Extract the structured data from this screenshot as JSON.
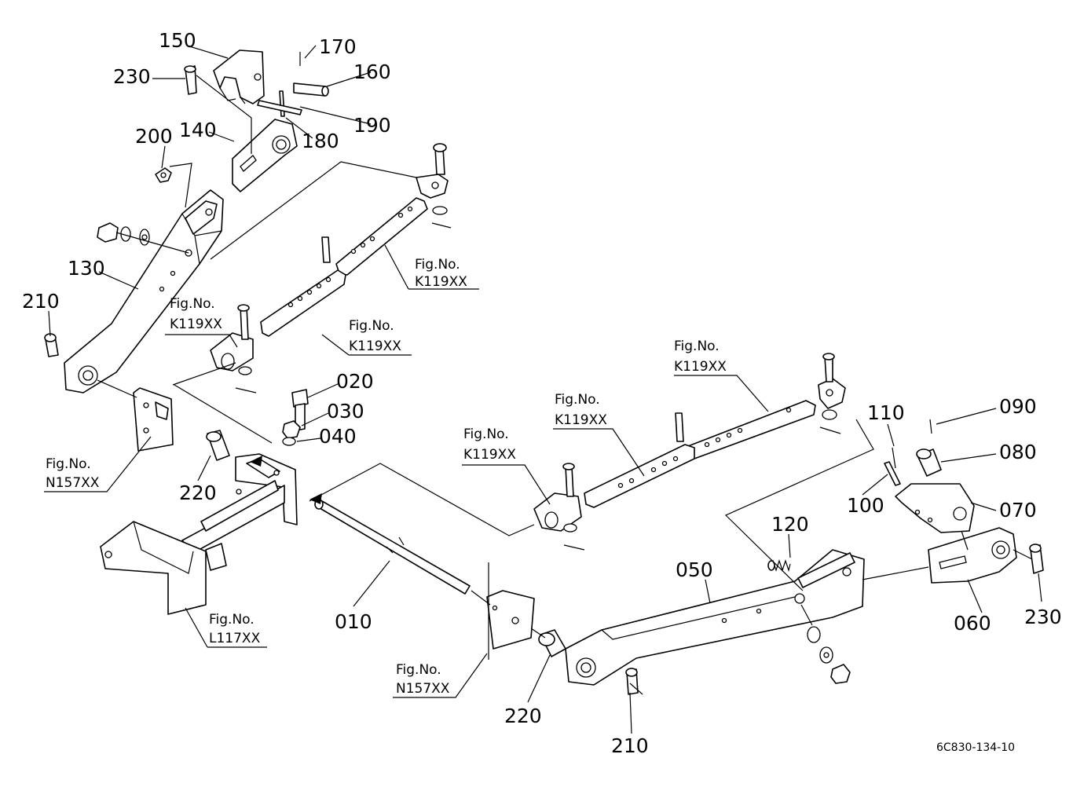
{
  "part_labels": {
    "p150": "150",
    "p170": "170",
    "p230a": "230",
    "p160": "160",
    "p190": "190",
    "p140": "140",
    "p180": "180",
    "p200": "200",
    "p130": "130",
    "p210a": "210",
    "p020": "020",
    "p030": "030",
    "p040": "040",
    "p220a": "220",
    "p010": "010",
    "p220b": "220",
    "p210b": "210",
    "p050": "050",
    "p120": "120",
    "p110": "110",
    "p090": "090",
    "p080": "080",
    "p100": "100",
    "p070": "070",
    "p060": "060",
    "p230b": "230"
  },
  "fig_refs": {
    "k1": {
      "line1": "Fig.No.",
      "line2": "K119XX"
    },
    "k2": {
      "line1": "Fig.No.",
      "line2": "K119XX"
    },
    "k3": {
      "line1": "Fig.No.",
      "line2": "K119XX"
    },
    "k4": {
      "line1": "Fig.No.",
      "line2": "K119XX"
    },
    "k5": {
      "line1": "Fig.No.",
      "line2": "K119XX"
    },
    "k6": {
      "line1": "Fig.No.",
      "line2": "K119XX"
    },
    "n1": {
      "line1": "Fig.No.",
      "line2": "N157XX"
    },
    "n2": {
      "line1": "Fig.No.",
      "line2": "N157XX"
    },
    "l1": {
      "line1": "Fig.No.",
      "line2": "L117XX"
    }
  },
  "drawing_code": "6C830-134-10"
}
